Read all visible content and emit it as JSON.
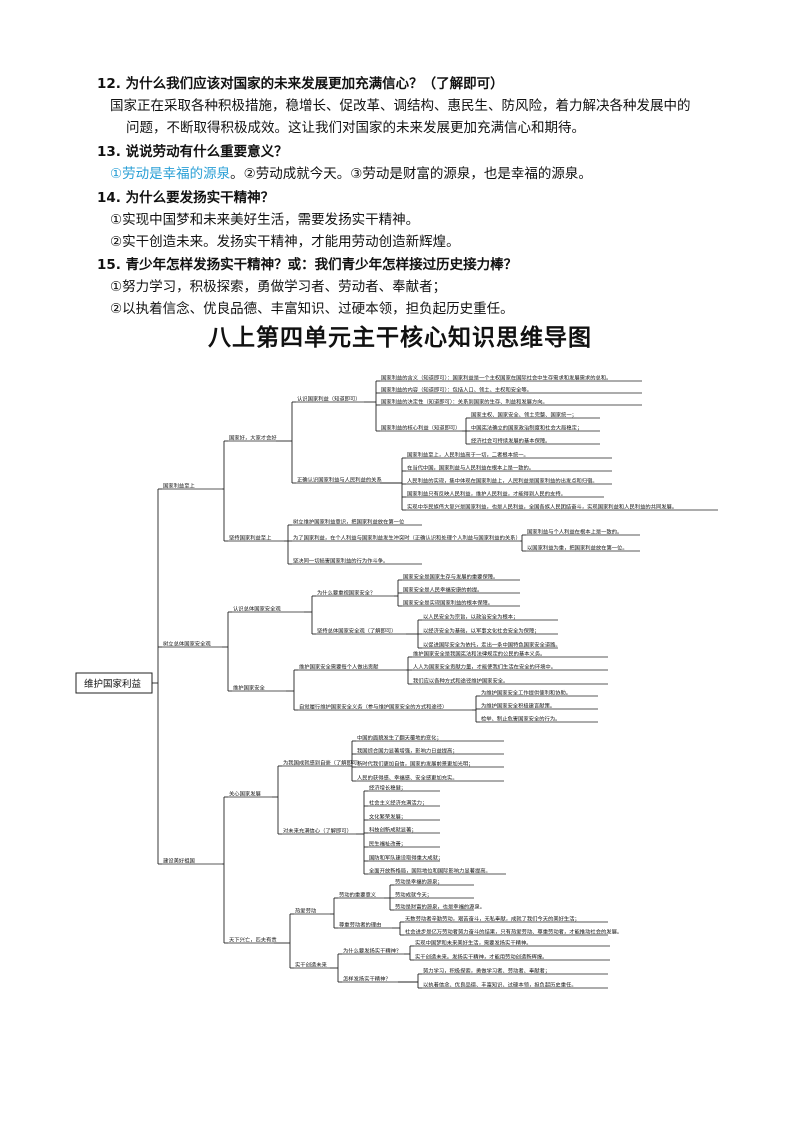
{
  "questions": [
    {
      "q": "12. 为什么我们应该对国家的未来发展更加充满信心？（了解即可）",
      "a": [
        "国家正在采取各种积极措施，稳增长、促改革、调结构、惠民生、防风险，着力解决各种发展中的",
        "问题，不断取得积极成效。这让我们对国家的未来发展更加充满信心和期待。"
      ]
    },
    {
      "q": "13. 说说劳动有什么重要意义？",
      "a_hl": "①劳动是幸福的源泉",
      "a_rest": "。②劳动成就今天。③劳动是财富的源泉，也是幸福的源泉。"
    },
    {
      "q": "14. 为什么要发扬实干精神？",
      "a": [
        "①实现中国梦和未来美好生活，需要发扬实干精神。",
        "②实干创造未来。发扬实干精神，才能用劳动创造新辉煌。"
      ]
    },
    {
      "q": "15. 青少年怎样发扬实干精神？或：我们青少年怎样接过历史接力棒？",
      "a": [
        "①努力学习，积极探索，勇做学习者、劳动者、奉献者；",
        "②以执着信念、优良品德、丰富知识、过硬本领，担负起历史重任。"
      ]
    }
  ],
  "mindmap_title": "八上第四单元主干核心知识思维导图",
  "mindmap": {
    "root": "维护国家利益",
    "b1": "国家利益至上",
    "b1_1": "国家好，大家才会好",
    "b1_1_1": "认识国家利益（知道即可）",
    "b1_1_1_items": [
      "国家利益的含义（知道即可）：国家利益是一个主权国家在国际社会中生存需求和发展需求的总和。",
      "国家利益的内容（知道即可）：包括人口、领土、主权和安全等。",
      "国家利益的决定性（知道即可）：关系到国家的生存、利益和发展方向。",
      "国家利益的核心利益（知道即可）"
    ],
    "b1_1_1_core": [
      "国家主权、国家安全、领土完整、国家统一；",
      "中国宪法确立的国家政治制度和社会大局稳定；",
      "经济社会可持续发展的基本保障。"
    ],
    "b1_1_2": "正确认识国家利益与人民利益的关系",
    "b1_1_2_items": [
      "国家利益至上，人民利益高于一切，二者根本统一。",
      "在当代中国，国家利益与人民利益在根本上是一致的。",
      "人民利益的实现，集中体现在国家利益上，人民利益是国家利益的出发点和归宿。",
      "国家利益只有反映人民利益，维护人民利益，才能得到人民的支持。",
      "实现中华民族伟大复兴是国家利益，也是人民利益，全国各族人民团结奋斗，实现国家利益和人民利益的共同发展。"
    ],
    "b1_2": "坚持国家利益至上",
    "b1_2_items": [
      "树立维护国家利益意识，把国家利益放在第一位",
      "为了国家利益，在个人利益与国家利益发生冲突时（正确认识和处理个人利益与国家利益的关系）",
      "坚决同一切损害国家利益的行为作斗争。"
    ],
    "b1_2_sub": [
      "国家利益与个人利益在根本上是一致的。",
      "以国家利益为重，把国家利益放在第一位。"
    ],
    "b2": "树立总体国家安全观",
    "b2_1": "认识总体国家安全观",
    "b2_1_1": "为什么要重视国家安全？",
    "b2_1_1_items": [
      "国家安全是国家生存与发展的重要保障。",
      "国家安全是人民幸福安康的前提。",
      "国家安全是实现国家利益的根本保障。"
    ],
    "b2_1_2": "坚持总体国家安全观（了解即可）",
    "b2_1_2_items": [
      "以人民安全为宗旨，以政治安全为根本；",
      "以经济安全为基础，以军事文化社会安全为保障；",
      "以促进国际安全为依托，走出一条中国特色国家安全道路。"
    ],
    "b2_2": "维护国家安全",
    "b2_2_1": "维护国家安全需要每个人做出贡献",
    "b2_2_1_items": [
      "维护国家安全是我国宪法和法律规定的公民的基本义务。",
      "人人为国家安全贡献力量，才能使我们生活在安全的环境中。",
      "我们应以各种方式和途径维护国家安全。"
    ],
    "b2_2_2": "自觉履行维护国家安全义务（参与维护国家安全的方式和途径）",
    "b2_2_2_items": [
      "为维护国家安全工作提供便利和协助。",
      "为维护国家安全积极建言献策。",
      "检举、制止危害国家安全的行为。"
    ],
    "b3": "建设美好祖国",
    "b3_1": "关心国家发展",
    "b3_1_1": "为我国成就感到自豪（了解即可）",
    "b3_1_1_items": [
      "中国的面貌发生了翻天覆地的变化；",
      "我国综合国力显著增强，影响力日益提高；",
      "新时代我们更加自信，国家的发展前景更加光明；",
      "人民的获得感、幸福感、安全感更加充实。"
    ],
    "b3_1_2": "对未来充满信心（了解即可）",
    "b3_1_2_items": [
      "经济增长稳健；",
      "社会主义经济充满活力；",
      "文化繁荣发展；",
      "科技创新成就显著；",
      "民生福祉改善；",
      "国防和军队建设取得重大成就；",
      "全面开放新格局，国际地位和国际影响力显著提高。"
    ],
    "b3_2": "天下兴亡，匹夫有责",
    "b3_2_1": "热爱劳动",
    "b3_2_1_1": "劳动的重要意义",
    "b3_2_1_1_items": [
      "劳动是幸福的源泉；",
      "劳动成就今天；",
      "劳动是财富的源泉，也是幸福的源泉。"
    ],
    "b3_2_1_2": "尊重劳动者的理由",
    "b3_2_1_2_items": [
      "无数劳动者辛勤劳动，艰苦奋斗，无私奉献，成就了我们今天的美好生活；",
      "社会进步是亿万劳动者努力奋斗的结果，只有热爱劳动、尊重劳动者，才能推动社会的发展。"
    ],
    "b3_2_2": "实干创造未来",
    "b3_2_2_1": "为什么要发扬实干精神？",
    "b3_2_2_1_items": [
      "实现中国梦和未来美好生活，需要发扬实干精神。",
      "实干创造未来。发扬实干精神，才能用劳动创造新辉煌。"
    ],
    "b3_2_2_2": "怎样发扬实干精神？",
    "b3_2_2_2_items": [
      "努力学习，积极探索，勇做学习者、劳动者、奉献者；",
      "以执着信念、优良品德、丰富知识、过硬本领，担负起历史重任。"
    ]
  }
}
